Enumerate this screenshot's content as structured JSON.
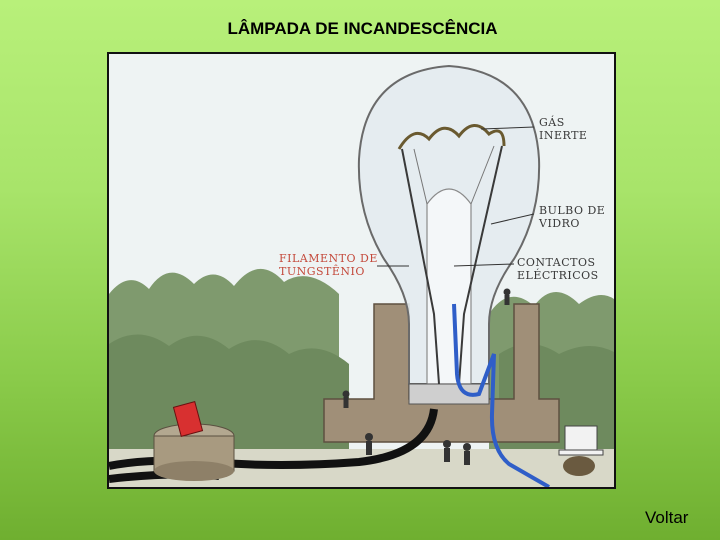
{
  "slide": {
    "title": "LÂMPADA DE INCANDESCÊNCIA"
  },
  "diagram": {
    "labels": {
      "gas": "GÁS INERTE",
      "bulbo": "BULBO DE\nVIDRO",
      "filamento": "FILAMENTO DE\nTUNGSTÊNIO",
      "contactos": "CONTACTOS\nELÉCTRICOS"
    },
    "colors": {
      "filament_label": "#c44a3c",
      "wire_blue": "#2f5ec8",
      "switch_red": "#d83030"
    }
  },
  "nav": {
    "voltar": "Voltar"
  }
}
